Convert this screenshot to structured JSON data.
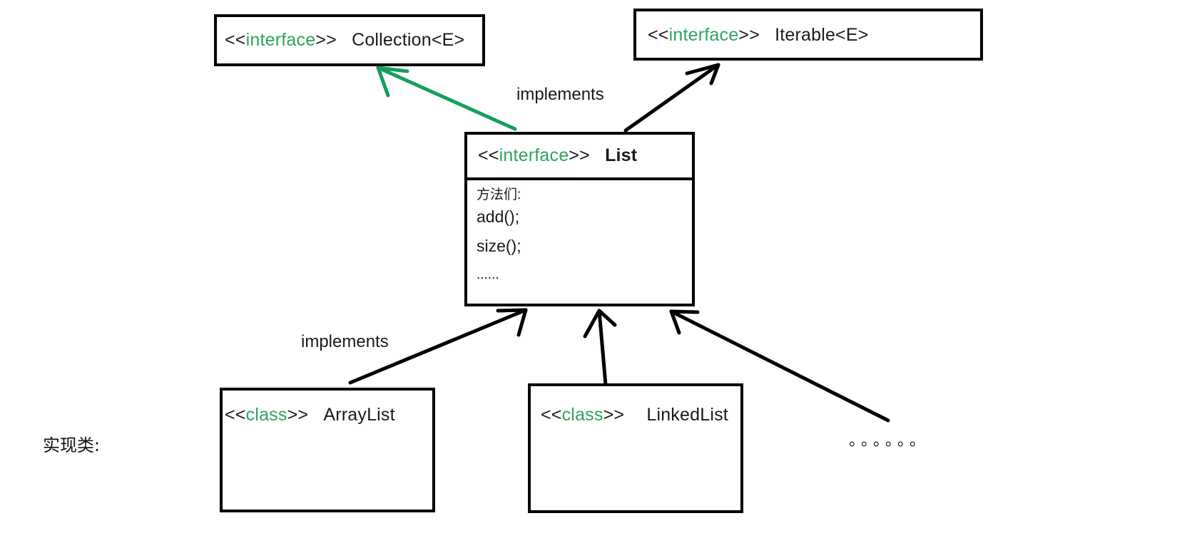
{
  "diagram": {
    "title_label": "实现类:",
    "colors": {
      "stereotype_green": "#2fa35e",
      "inherit_arrow_green": "#14a05a",
      "line_black": "#000000",
      "text": "#1a1a1a",
      "background": "#ffffff"
    },
    "boxes": [
      {
        "id": "collection",
        "stereotype": "<<interface>>",
        "name": "Collection<E>",
        "angle_open": "<<",
        "angle_close": ">>",
        "kind": "interface"
      },
      {
        "id": "iterable",
        "stereotype": "<<interface>>",
        "name": "Iterable<E>",
        "angle_open": "<<",
        "angle_close": ">>",
        "kind": "interface"
      },
      {
        "id": "list",
        "stereotype": "<<interface>>",
        "name": "List",
        "angle_open": "<<",
        "angle_close": ">>",
        "kind": "interface",
        "members_header": "方法们:",
        "members": [
          "add();",
          "size();",
          "......"
        ]
      },
      {
        "id": "arraylist",
        "stereotype": "<<class>>",
        "name": "ArrayList",
        "angle_open": "<<",
        "angle_close": ">>",
        "kind": "class"
      },
      {
        "id": "linkedlist",
        "stereotype": "<<class>>",
        "name": "LinkedList",
        "angle_open": "<<",
        "angle_close": ">>",
        "kind": "class"
      }
    ],
    "edges": [
      {
        "id": "list-to-collection",
        "label": "",
        "from": "list",
        "to": "collection",
        "color": "#14a05a"
      },
      {
        "id": "list-to-iterable",
        "label": "implements",
        "from": "list",
        "to": "iterable",
        "color": "#000000"
      },
      {
        "id": "arraylist-to-list",
        "label": "implements",
        "from": "arraylist",
        "to": "list",
        "color": "#000000"
      },
      {
        "id": "linkedlist-to-list",
        "label": "",
        "from": "linkedlist",
        "to": "list",
        "color": "#000000"
      },
      {
        "id": "others-to-list",
        "label": "",
        "from": "others",
        "to": "list",
        "color": "#000000"
      }
    ],
    "edge_labels": {
      "top_implements": "implements",
      "bottom_implements": "implements"
    },
    "more_classes_dots": "。。。。。。"
  }
}
